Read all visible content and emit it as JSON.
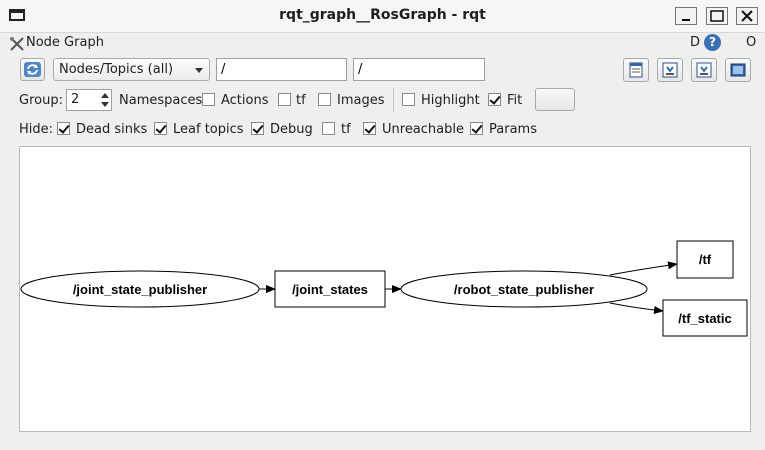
{
  "window": {
    "title": "rqt_graph__RosGraph - rqt"
  },
  "plugin": {
    "title": "Node Graph",
    "d_label": "D",
    "help_label": "?",
    "o_label": "O"
  },
  "toolbar": {
    "graph_type": "Nodes/Topics (all)",
    "node_filter": "/",
    "topic_filter": "/"
  },
  "group_row": {
    "group_label": "Group:",
    "group_value": "2",
    "namespaces_label": "Namespaces",
    "actions": {
      "label": "Actions",
      "checked": false
    },
    "tf": {
      "label": "tf",
      "checked": false
    },
    "images": {
      "label": "Images",
      "checked": false
    },
    "highlight": {
      "label": "Highlight",
      "checked": false
    },
    "fit": {
      "label": "Fit",
      "checked": true
    }
  },
  "hide_row": {
    "hide_label": "Hide:",
    "dead_sinks": {
      "label": "Dead sinks",
      "checked": true
    },
    "leaf_topics": {
      "label": "Leaf topics",
      "checked": true
    },
    "debug": {
      "label": "Debug",
      "checked": true
    },
    "tf": {
      "label": "tf",
      "checked": false
    },
    "unreachable": {
      "label": "Unreachable",
      "checked": true
    },
    "params": {
      "label": "Params",
      "checked": true
    }
  },
  "graph": {
    "nodes": [
      {
        "label": "/joint_state_publisher",
        "kind": "node"
      },
      {
        "label": "/joint_states",
        "kind": "topic"
      },
      {
        "label": "/robot_state_publisher",
        "kind": "node"
      },
      {
        "label": "/tf",
        "kind": "topic"
      },
      {
        "label": "/tf_static",
        "kind": "topic"
      }
    ],
    "edges": [
      [
        "/joint_state_publisher",
        "/joint_states"
      ],
      [
        "/joint_states",
        "/robot_state_publisher"
      ],
      [
        "/robot_state_publisher",
        "/tf"
      ],
      [
        "/robot_state_publisher",
        "/tf_static"
      ]
    ]
  }
}
